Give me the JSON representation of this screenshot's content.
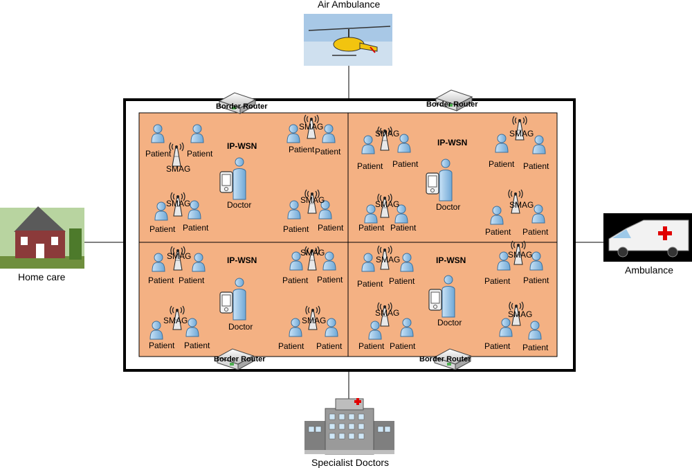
{
  "external_nodes": {
    "air_ambulance": "Air Ambulance",
    "home_care": "Home care",
    "ambulance": "Ambulance",
    "specialist_doctors": "Specialist Doctors"
  },
  "routers": [
    {
      "label": "Border Router"
    },
    {
      "label": "Border Router"
    },
    {
      "label": "Border Router"
    },
    {
      "label": "Border Router"
    }
  ],
  "quadrants": [
    {
      "title": "IP-WSN",
      "doctor": "Doctor"
    },
    {
      "title": "IP-WSN",
      "doctor": "Doctor"
    },
    {
      "title": "IP-WSN",
      "doctor": "Doctor"
    },
    {
      "title": "IP-WSN",
      "doctor": "Doctor"
    }
  ],
  "node_labels": {
    "patient": "Patient",
    "smag": "SMAG"
  },
  "colors": {
    "panel_fill": "#F4B183",
    "person_fill": "#9DC3E6",
    "ambulance_cross": "#E00000"
  }
}
